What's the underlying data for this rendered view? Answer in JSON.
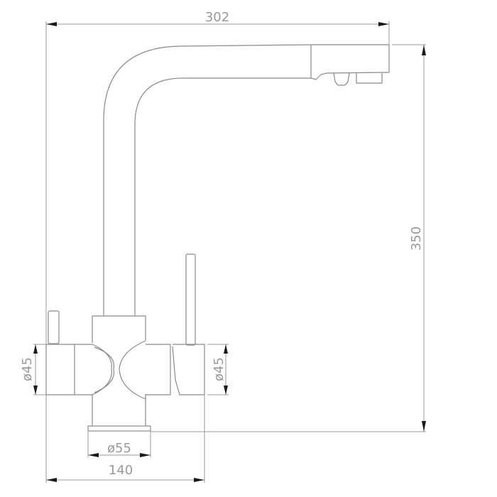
{
  "drawing": {
    "subject": "kitchen faucet technical drawing",
    "line_color": "#8a8a8a",
    "dimensions": {
      "overall_width": "302",
      "overall_height": "350",
      "base_width": "140",
      "left_handle_diameter": "ø45",
      "right_handle_diameter": "ø45",
      "base_diameter": "ø55"
    }
  }
}
